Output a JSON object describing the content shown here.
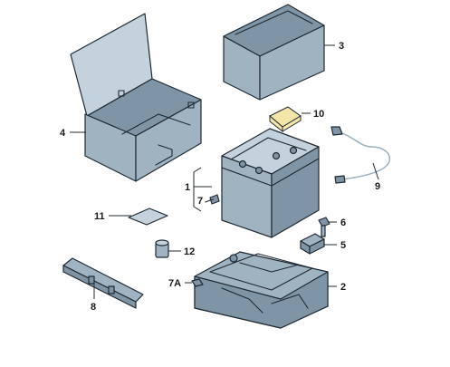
{
  "callouts": {
    "c1": "1",
    "c2": "2",
    "c3": "3",
    "c4": "4",
    "c5": "5",
    "c6": "6",
    "c7": "7",
    "c7a": "7A",
    "c8": "8",
    "c9": "9",
    "c10": "10",
    "c11": "11",
    "c12": "12"
  },
  "colors": {
    "part": "#9fb3c1",
    "highlight": "#f4e6a8"
  }
}
